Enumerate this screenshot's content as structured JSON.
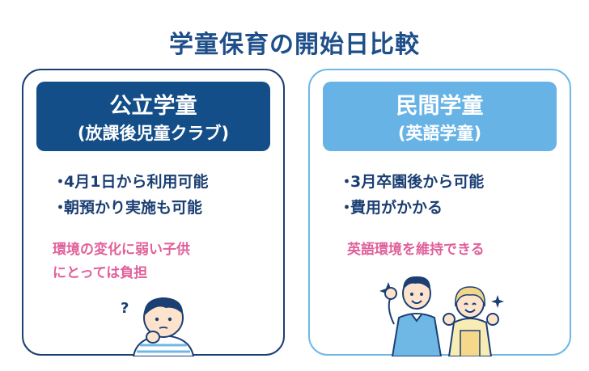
{
  "page": {
    "title": "学童保育の開始日比較"
  },
  "left_card": {
    "title": "公立学童",
    "subtitle": "(放課後児童クラブ)",
    "bullet_mark": "・",
    "points": [
      "4月1日から利用可能",
      "朝預かり実施も可能"
    ],
    "note_lines": [
      "環境の変化に弱い子供",
      "にとっては負担"
    ],
    "illustration": "thinking-child-icon",
    "colors": {
      "header": "#134e88",
      "border": "#1b3f73",
      "note": "#e0609a"
    }
  },
  "right_card": {
    "title": "民間学童",
    "subtitle": "(英語学童)",
    "bullet_mark": "・",
    "points": [
      "3月卒園後から可能",
      "費用がかかる"
    ],
    "note_lines": [
      "英語環境を維持できる"
    ],
    "illustration": "happy-parent-couple-icon",
    "colors": {
      "header": "#67b3e6",
      "border": "#6fb8e6",
      "note": "#e0609a"
    }
  }
}
